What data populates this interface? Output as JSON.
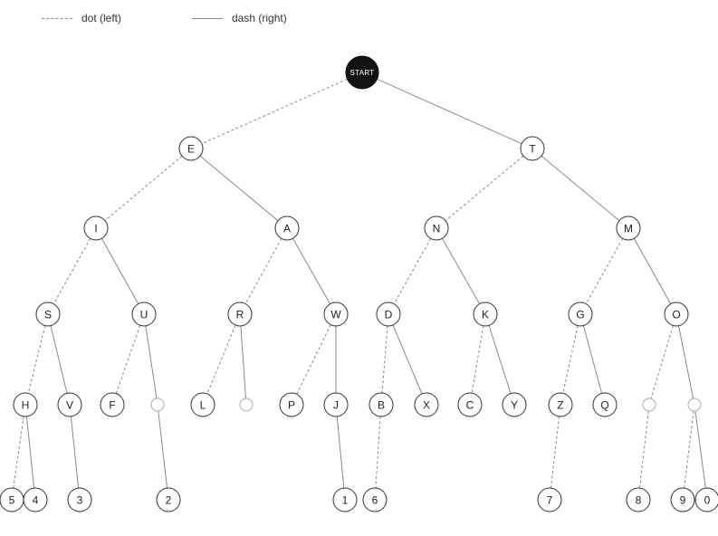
{
  "legend": {
    "dot_label": "dot (left)",
    "dash_label": "dash (right)"
  },
  "colors": {
    "edge": "#8a8a8a",
    "node_stroke": "#333333",
    "empty_node_stroke": "#aaaaaa",
    "root_fill": "#111111"
  },
  "tree": {
    "root": {
      "id": "start",
      "label": "START"
    },
    "nodes": [
      {
        "id": "E",
        "label": "E",
        "parent": "start",
        "branch": "dot"
      },
      {
        "id": "T",
        "label": "T",
        "parent": "start",
        "branch": "dash"
      },
      {
        "id": "I",
        "label": "I",
        "parent": "E",
        "branch": "dot"
      },
      {
        "id": "A",
        "label": "A",
        "parent": "E",
        "branch": "dash"
      },
      {
        "id": "N",
        "label": "N",
        "parent": "T",
        "branch": "dot"
      },
      {
        "id": "M",
        "label": "M",
        "parent": "T",
        "branch": "dash"
      },
      {
        "id": "S",
        "label": "S",
        "parent": "I",
        "branch": "dot"
      },
      {
        "id": "U",
        "label": "U",
        "parent": "I",
        "branch": "dash"
      },
      {
        "id": "R",
        "label": "R",
        "parent": "A",
        "branch": "dot"
      },
      {
        "id": "W",
        "label": "W",
        "parent": "A",
        "branch": "dash"
      },
      {
        "id": "D",
        "label": "D",
        "parent": "N",
        "branch": "dot"
      },
      {
        "id": "K",
        "label": "K",
        "parent": "N",
        "branch": "dash"
      },
      {
        "id": "G",
        "label": "G",
        "parent": "M",
        "branch": "dot"
      },
      {
        "id": "O",
        "label": "O",
        "parent": "M",
        "branch": "dash"
      },
      {
        "id": "H",
        "label": "H",
        "parent": "S",
        "branch": "dot"
      },
      {
        "id": "V",
        "label": "V",
        "parent": "S",
        "branch": "dash"
      },
      {
        "id": "F",
        "label": "F",
        "parent": "U",
        "branch": "dot"
      },
      {
        "id": "U2",
        "label": "",
        "parent": "U",
        "branch": "dash"
      },
      {
        "id": "L",
        "label": "L",
        "parent": "R",
        "branch": "dot"
      },
      {
        "id": "R2",
        "label": "",
        "parent": "R",
        "branch": "dash"
      },
      {
        "id": "P",
        "label": "P",
        "parent": "W",
        "branch": "dot"
      },
      {
        "id": "J",
        "label": "J",
        "parent": "W",
        "branch": "dash"
      },
      {
        "id": "B",
        "label": "B",
        "parent": "D",
        "branch": "dot"
      },
      {
        "id": "X",
        "label": "X",
        "parent": "D",
        "branch": "dash"
      },
      {
        "id": "C",
        "label": "C",
        "parent": "K",
        "branch": "dot"
      },
      {
        "id": "Y",
        "label": "Y",
        "parent": "K",
        "branch": "dash"
      },
      {
        "id": "Z",
        "label": "Z",
        "parent": "G",
        "branch": "dot"
      },
      {
        "id": "Q",
        "label": "Q",
        "parent": "G",
        "branch": "dash"
      },
      {
        "id": "O1",
        "label": "",
        "parent": "O",
        "branch": "dot"
      },
      {
        "id": "O2",
        "label": "",
        "parent": "O",
        "branch": "dash"
      },
      {
        "id": "n5",
        "label": "5",
        "parent": "H",
        "branch": "dot"
      },
      {
        "id": "n4",
        "label": "4",
        "parent": "H",
        "branch": "dash"
      },
      {
        "id": "n3",
        "label": "3",
        "parent": "V",
        "branch": "dash"
      },
      {
        "id": "n2",
        "label": "2",
        "parent": "U2",
        "branch": "dash"
      },
      {
        "id": "n1",
        "label": "1",
        "parent": "J",
        "branch": "dash"
      },
      {
        "id": "n6",
        "label": "6",
        "parent": "B",
        "branch": "dot"
      },
      {
        "id": "n7",
        "label": "7",
        "parent": "Z",
        "branch": "dot"
      },
      {
        "id": "n8",
        "label": "8",
        "parent": "O1",
        "branch": "dot"
      },
      {
        "id": "n9",
        "label": "9",
        "parent": "O2",
        "branch": "dot"
      },
      {
        "id": "n0",
        "label": "0",
        "parent": "O2",
        "branch": "dash"
      }
    ]
  }
}
